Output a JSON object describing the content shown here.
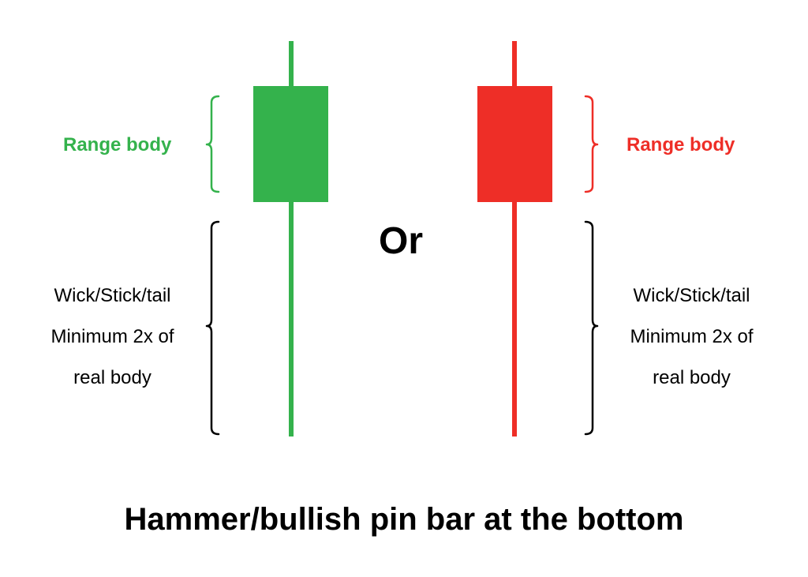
{
  "labels": {
    "range_left": "Range body",
    "range_right": "Range body",
    "or": "Or",
    "wick_left": [
      "Wick/Stick/tail",
      "Minimum 2x of",
      "real body"
    ],
    "wick_right": [
      "Wick/Stick/tail",
      "Minimum 2x of",
      "real body"
    ],
    "caption": "Hammer/bullish pin bar at the bottom"
  },
  "colors": {
    "bullish": "#34b24c",
    "bearish": "#ee2e27",
    "bracket": "#000000",
    "text": "#000000"
  }
}
